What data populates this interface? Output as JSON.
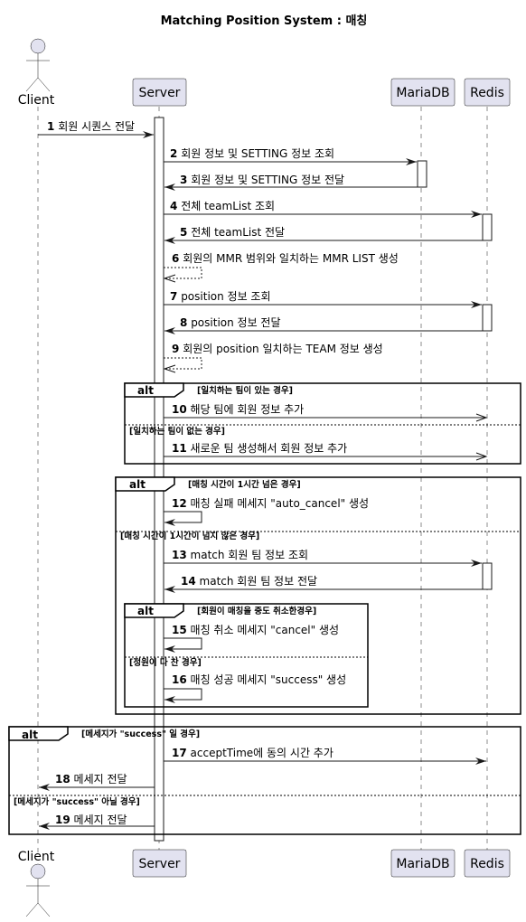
{
  "title": "Matching Position System : 매칭",
  "participants": [
    {
      "id": "client",
      "label": "Client",
      "type": "actor"
    },
    {
      "id": "server",
      "label": "Server",
      "type": "participant"
    },
    {
      "id": "mariadb",
      "label": "MariaDB",
      "type": "participant"
    },
    {
      "id": "redis",
      "label": "Redis",
      "type": "participant"
    }
  ],
  "messages": [
    {
      "num": "1",
      "from": "client",
      "to": "server",
      "text": "회원 시퀀스 전달"
    },
    {
      "num": "2",
      "from": "server",
      "to": "mariadb",
      "text": "회원 정보 및 SETTING 정보 조회"
    },
    {
      "num": "3",
      "from": "mariadb",
      "to": "server",
      "text": "회원 정보 및 SETTING 정보 전달"
    },
    {
      "num": "4",
      "from": "server",
      "to": "redis",
      "text": "전체 teamList 조회"
    },
    {
      "num": "5",
      "from": "redis",
      "to": "server",
      "text": "전체 teamList 전달"
    },
    {
      "num": "6",
      "from": "server",
      "to": "server",
      "text": "회원의 MMR 범위와 일치하는 MMR LIST 생성",
      "style": "dashed"
    },
    {
      "num": "7",
      "from": "server",
      "to": "redis",
      "text": "position 정보 조회"
    },
    {
      "num": "8",
      "from": "redis",
      "to": "server",
      "text": "position 정보 전달"
    },
    {
      "num": "9",
      "from": "server",
      "to": "server",
      "text": "회원의 position 일치하는 TEAM 정보 생성",
      "style": "dashed"
    },
    {
      "num": "10",
      "from": "server",
      "to": "redis",
      "text": "해당 팀에 회원 정보 추가"
    },
    {
      "num": "11",
      "from": "server",
      "to": "redis",
      "text": "새로운 팀 생성해서 회원 정보 추가"
    },
    {
      "num": "12",
      "from": "server",
      "to": "server",
      "text": "매칭 실패 메세지 \"auto_cancel\" 생성"
    },
    {
      "num": "13",
      "from": "server",
      "to": "redis",
      "text": "match 회원 팀 정보 조회"
    },
    {
      "num": "14",
      "from": "redis",
      "to": "server",
      "text": "match 회원 팀 정보 전달"
    },
    {
      "num": "15",
      "from": "server",
      "to": "server",
      "text": "매칭 취소 메세지 \"cancel\" 생성"
    },
    {
      "num": "16",
      "from": "server",
      "to": "server",
      "text": "매칭 성공 메세지 \"success\" 생성"
    },
    {
      "num": "17",
      "from": "server",
      "to": "redis",
      "text": "acceptTime에 동의 시간 추가"
    },
    {
      "num": "18",
      "from": "server",
      "to": "client",
      "text": "메세지 전달"
    },
    {
      "num": "19",
      "from": "server",
      "to": "client",
      "text": "메세지 전달"
    }
  ],
  "fragments": [
    {
      "keyword": "alt",
      "condition": "[일치하는 팀이 있는 경우]",
      "else": "[일치하는 팀이 없는 경우]"
    },
    {
      "keyword": "alt",
      "condition": "[매칭 시간이 1시간 넘은 경우]",
      "else": "[매칭 시간이 1시간이 넘지 않은 경우]"
    },
    {
      "keyword": "alt",
      "condition": "[회원이 매칭을 중도 취소한경우]",
      "else": "[정원이 다 찬 경우]"
    },
    {
      "keyword": "alt",
      "condition": "[메세지가 \"success\" 일 경우]",
      "else": "[메세지가 \"success\" 아닐 경우]"
    }
  ]
}
